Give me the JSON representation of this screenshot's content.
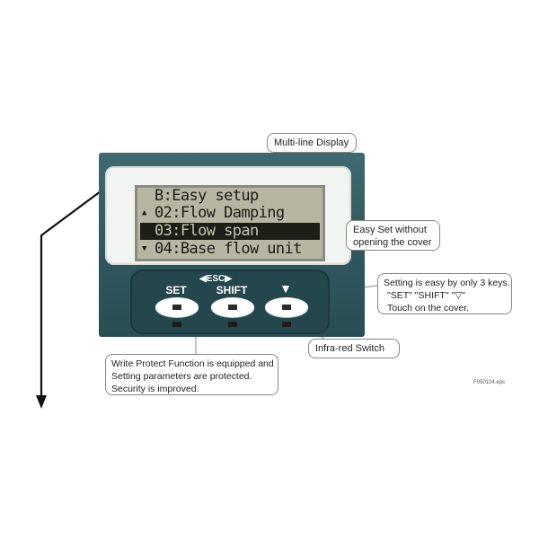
{
  "display": {
    "rows": [
      {
        "marker": "",
        "text": "B:Easy setup"
      },
      {
        "marker": "▲",
        "text": "02:Flow Damping"
      },
      {
        "marker": "",
        "text": "03:Flow span"
      },
      {
        "marker": "▼",
        "text": "04:Base flow unit"
      }
    ]
  },
  "keypad": {
    "esc_label": "◀ESC▶",
    "keys": [
      {
        "label": "SET"
      },
      {
        "label": "SHIFT"
      },
      {
        "label": "▼"
      }
    ]
  },
  "callouts": {
    "multiline_display": "Multi-line Display",
    "easy_set": [
      "Easy Set without",
      "opening the cover"
    ],
    "three_keys": [
      "Setting is easy by only 3 keys.",
      "\"SET\" \"SHIFT\" \"▽\"",
      "Touch on the cover."
    ],
    "infrared": "Infra-red Switch",
    "write_protect": [
      "Write Protect Function is equipped and",
      "Setting parameters are protected.",
      "Security is improved."
    ]
  },
  "figure_id": "F050104.eps",
  "colors": {
    "panel": "#2f585e",
    "lcd": "#b6b6a3",
    "keypad": "#23474d"
  }
}
